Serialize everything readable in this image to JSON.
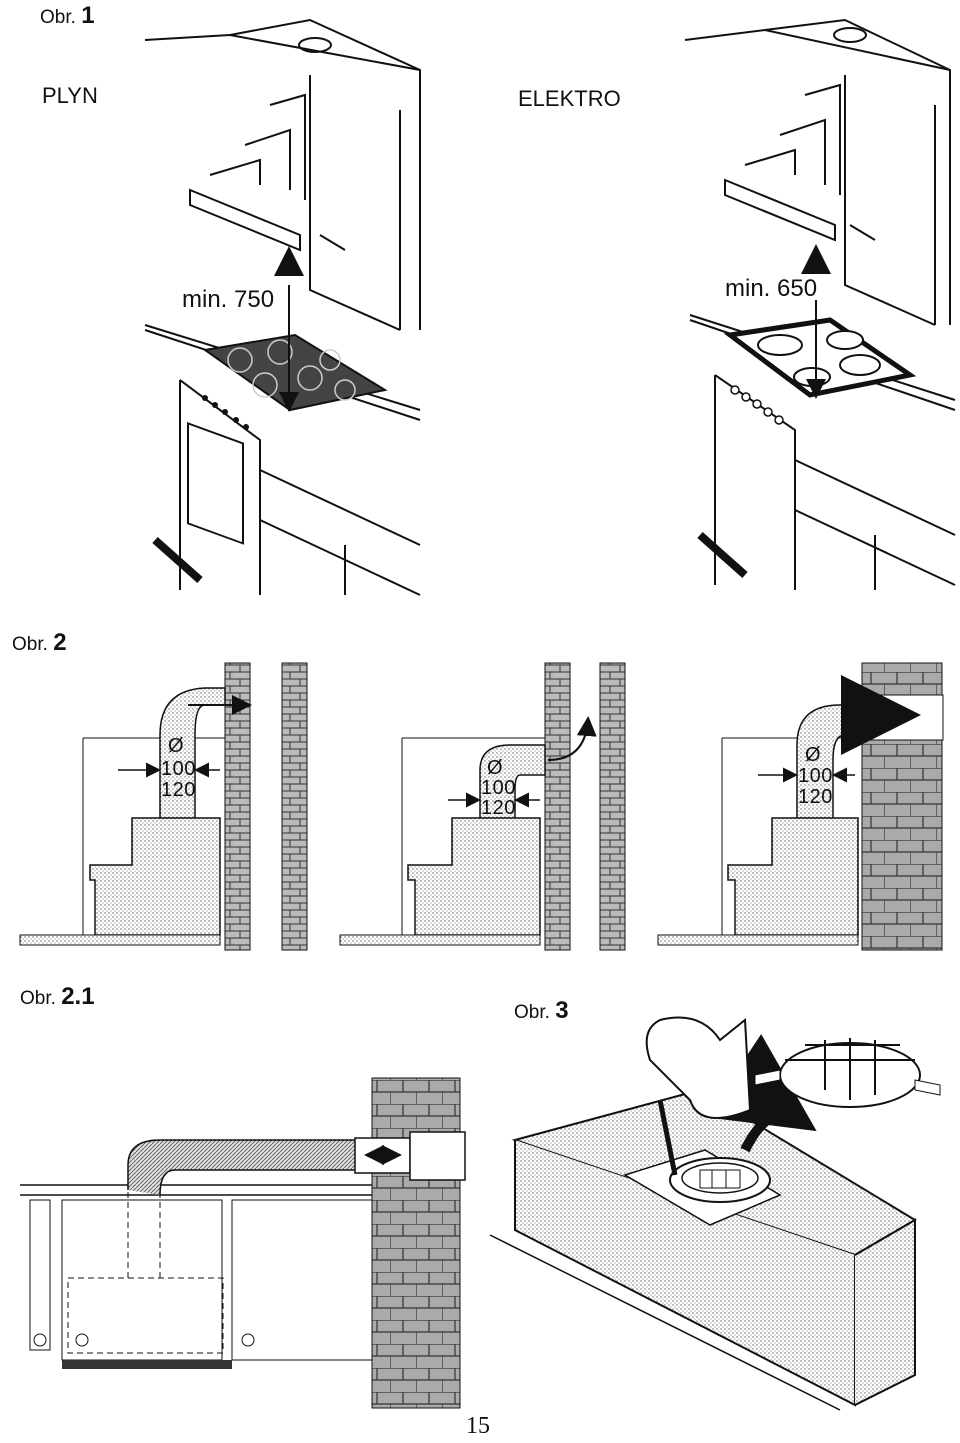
{
  "fig1": {
    "caption_prefix": "Obr.",
    "caption_num": "1",
    "left_label": "PLYN",
    "right_label": "ELEKTRO",
    "left_dim": "min. 750",
    "right_dim": "min. 650"
  },
  "fig2": {
    "caption_prefix": "Obr.",
    "caption_num": "2",
    "diameter": "Ø",
    "size_a": "100",
    "size_b": "120"
  },
  "fig21": {
    "caption_prefix": "Obr.",
    "caption_num": "2.1"
  },
  "fig3": {
    "caption_prefix": "Obr.",
    "caption_num": "3"
  },
  "page_number": "15"
}
